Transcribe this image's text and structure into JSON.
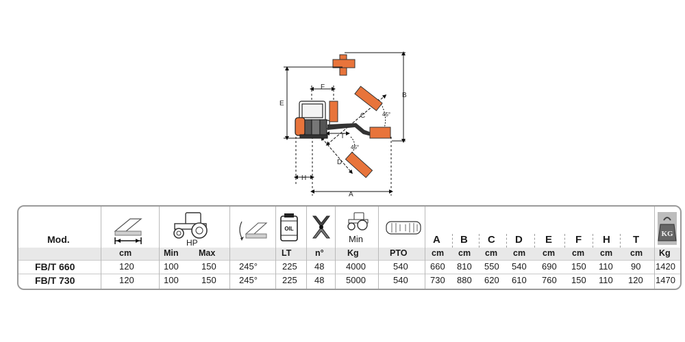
{
  "diagram": {
    "labels": [
      "A",
      "B",
      "C",
      "D",
      "E",
      "F",
      "H",
      "T"
    ],
    "angles": [
      "45°",
      "45°"
    ]
  },
  "table": {
    "header": {
      "model_label": "Mod.",
      "hp_label": "HP",
      "min_label": "Min",
      "oil_label": "OIL",
      "weight_label": "KG",
      "letters": [
        "A",
        "B",
        "C",
        "D",
        "E",
        "F",
        "H",
        "T"
      ]
    },
    "units": {
      "width": "cm",
      "hp_min": "Min",
      "hp_max": "Max",
      "rotation": "",
      "oil": "LT",
      "blades": "n°",
      "tractor_weight": "Kg",
      "pto": "PTO",
      "letters": [
        "cm",
        "cm",
        "cm",
        "cm",
        "cm",
        "cm",
        "cm",
        "cm"
      ],
      "weight": "Kg"
    },
    "rows": [
      {
        "model": "FB/T 660",
        "width": "120",
        "hp_min": "100",
        "hp_max": "150",
        "rotation": "245°",
        "oil": "225",
        "blades": "48",
        "tractor_weight": "4000",
        "pto": "540",
        "dims": [
          "660",
          "810",
          "550",
          "540",
          "690",
          "150",
          "110",
          "90"
        ],
        "weight": "1420"
      },
      {
        "model": "FB/T 730",
        "width": "120",
        "hp_min": "100",
        "hp_max": "150",
        "rotation": "245°",
        "oil": "225",
        "blades": "48",
        "tractor_weight": "5000",
        "pto": "540",
        "dims": [
          "730",
          "880",
          "620",
          "610",
          "760",
          "150",
          "110",
          "120"
        ],
        "weight": "1470"
      }
    ]
  },
  "colors": {
    "accent_orange": "#e8743b",
    "border_gray": "#9a9a9a",
    "band_gray": "#e8e8e8"
  }
}
